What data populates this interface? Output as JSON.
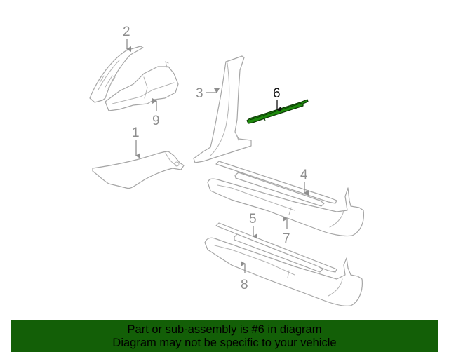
{
  "diagram": {
    "highlight_color": "#1e8a0d",
    "callouts": [
      {
        "id": "1",
        "label": "1"
      },
      {
        "id": "2",
        "label": "2"
      },
      {
        "id": "3",
        "label": "3"
      },
      {
        "id": "4",
        "label": "4"
      },
      {
        "id": "5",
        "label": "5"
      },
      {
        "id": "6",
        "label": "6",
        "highlighted": true
      },
      {
        "id": "7",
        "label": "7"
      },
      {
        "id": "8",
        "label": "8"
      },
      {
        "id": "9",
        "label": "9"
      }
    ]
  },
  "banner": {
    "background": "#135f07",
    "line1": "Part or sub-assembly is #6 in diagram",
    "line2": "Diagram may not be specific to your vehicle"
  }
}
